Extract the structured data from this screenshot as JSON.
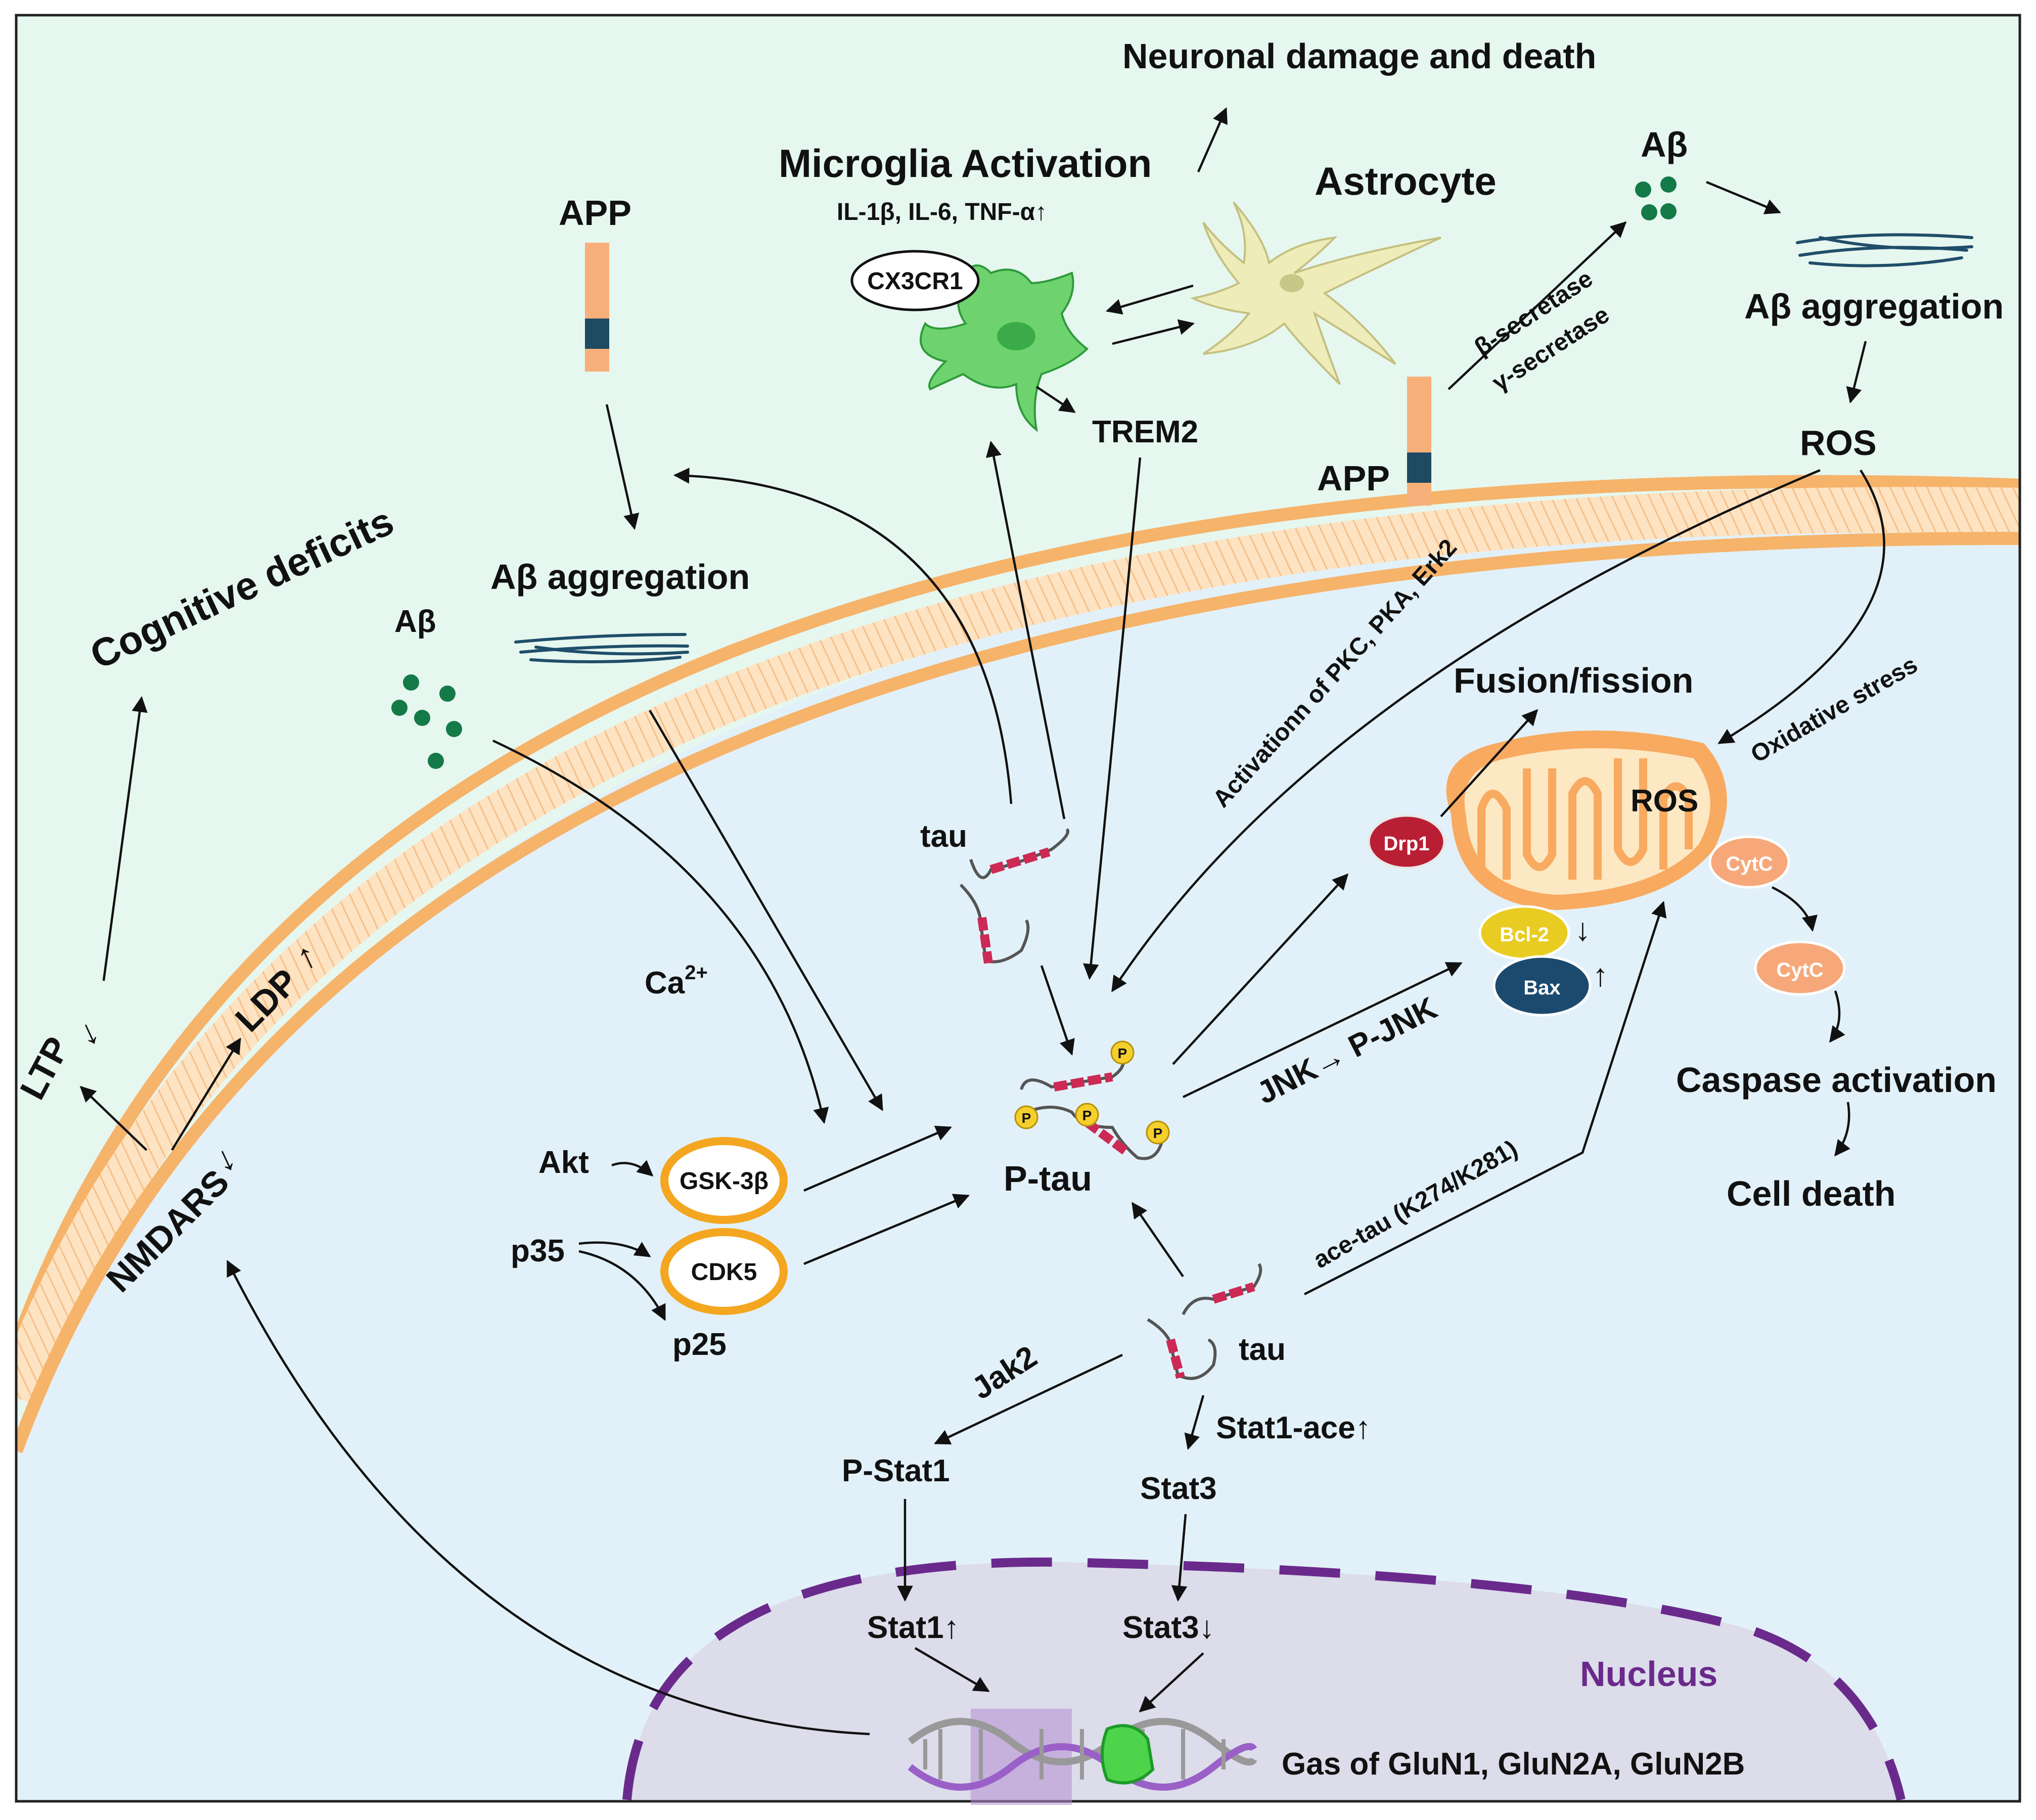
{
  "colors": {
    "extracellular": "#e6f7ef",
    "cytoplasm": "#e2f1f9",
    "membrane": "#f6b36a",
    "membrane_inner": "#fde3c2",
    "nucleus_fill": "#dcdcea",
    "nucleus_border": "#6a2a8c",
    "app_bar": "#f8b07a",
    "app_band": "#1e4a63",
    "abeta_dot": "#137a48",
    "fibril": "#1f4e6a",
    "microglia": "#6ed36f",
    "astrocyte": "#eeecb8",
    "mito_outer": "#f8aa60",
    "mito_inner": "#fde8c4",
    "tau_chain": "#cc2a55",
    "phospho": "#f5cf2b",
    "drp1": "#b81f34",
    "bcl2": "#e9cc22",
    "bax": "#1c4a6e",
    "cytc": "#f6a87a",
    "gsk_ring": "#f4a620"
  },
  "labels": {
    "neuronal_damage": "Neuronal damage and death",
    "microglia_activation": "Microglia Activation",
    "cytokines": "IL-1β, IL-6, TNF-α↑",
    "cx3cr1": "CX3CR1",
    "astrocyte": "Astrocyte",
    "trem2": "TREM2",
    "app_left": "APP",
    "app_right": "APP",
    "abeta_top": "Aβ",
    "beta_secretase": "β-secretase",
    "gamma_secretase": "γ-secretase",
    "abeta_aggregation_right": "Aβ aggregation",
    "ros_top": "ROS",
    "cognitive_deficits": "Cognitive deficits",
    "abeta_left": "Aβ",
    "abeta_aggregation_left": "Aβ aggregation",
    "activation_pkc": "Activationn of PKC, PKA, Erk2",
    "oxidative_stress": "Oxidative stress",
    "fusion_fission": "Fusion/fission",
    "drp1": "Drp1",
    "ros_mito": "ROS",
    "cytc_1": "CytC",
    "cytc_2": "CytC",
    "bcl2": "Bcl-2",
    "bax": "Bax",
    "down_arrow": "↓",
    "up_arrow": "↑",
    "tau_top": "tau",
    "ca": "Ca",
    "ca_sup": "2+",
    "jnk": "JNK→ P-JNK",
    "caspase": "Caspase activation",
    "cell_death": "Cell death",
    "ltp": "LTP",
    "ltp_arrow": "↓",
    "ldp": "LDP",
    "ldp_arrow": "↑",
    "nmdars": "NMDARS",
    "nmdars_arrow": "↓",
    "akt": "Akt",
    "gsk3b": "GSK-3β",
    "p35": "p35",
    "cdk5": "CDK5",
    "p25": "p25",
    "ptau": "P-tau",
    "phospho_p": "P",
    "ace_tau": "ace-tau (K274/K281)",
    "tau_bottom": "tau",
    "jak2": "Jak2",
    "stat1_ace": "Stat1-ace↑",
    "p_stat1": "P-Stat1",
    "stat3": "Stat3",
    "stat1_up": "Stat1↑",
    "stat3_down": "Stat3↓",
    "nucleus": "Nucleus",
    "gas": "Gas of GluN1, GluN2A, GluN2B"
  }
}
